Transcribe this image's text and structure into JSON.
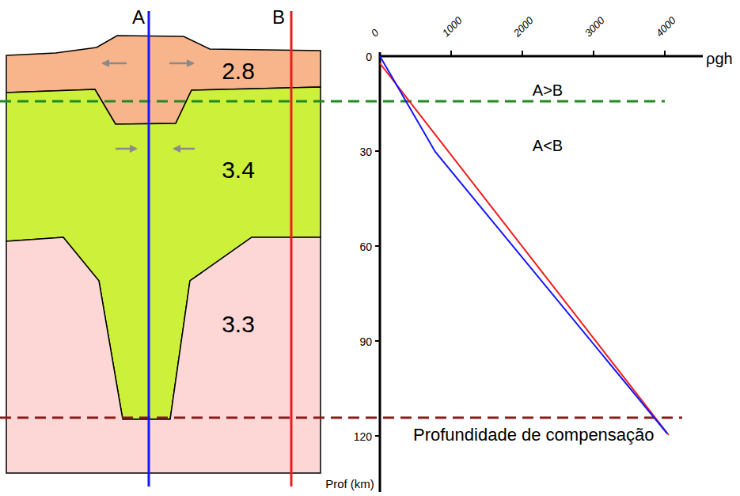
{
  "diagram": {
    "nodes": [
      {
        "text": [
          "2.8"
        ]
      },
      {
        "text": [
          "3.4"
        ]
      },
      {
        "text": [
          "3.3"
        ]
      }
    ],
    "labels": [
      "A",
      "B",
      "0",
      "1000",
      "2000",
      "3000",
      "4000",
      "ρgh",
      "0",
      "30",
      "60",
      "90",
      "120",
      "A>B",
      "A<B",
      "Profundidade de compensação",
      "Prof (km)"
    ]
  }
}
